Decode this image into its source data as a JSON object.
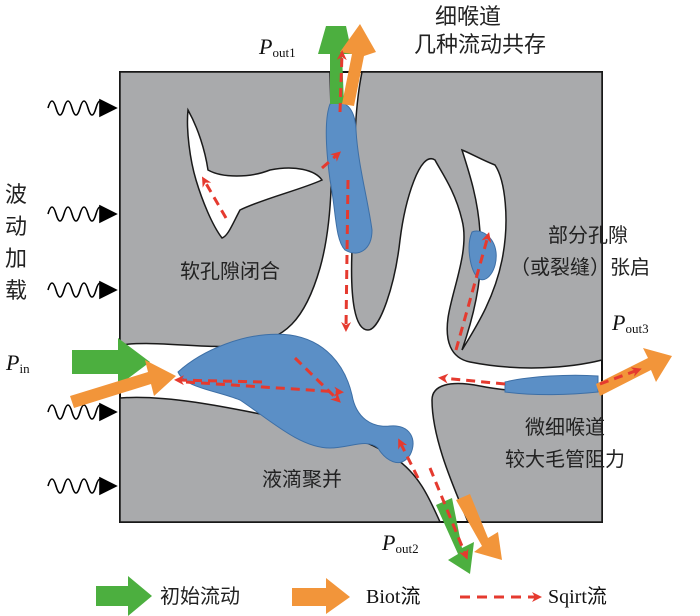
{
  "labels": {
    "top_title_1": "细喉道",
    "top_title_2": "几种流动共存",
    "left_side": [
      "波",
      "动",
      "加",
      "载"
    ],
    "soft_pore_closing": "软孔隙闭合",
    "partial_pore_1": "部分孔隙",
    "partial_pore_2": "（或裂缝）张启",
    "droplet_coalescence": "液滴聚并",
    "micro_throat_1": "微细喉道",
    "micro_throat_2": "较大毛管阻力"
  },
  "pressures": {
    "p_in": {
      "symbol": "P",
      "sub": "in"
    },
    "p_out1": {
      "symbol": "P",
      "sub": "out1"
    },
    "p_out2": {
      "symbol": "P",
      "sub": "out2"
    },
    "p_out3": {
      "symbol": "P",
      "sub": "out3"
    }
  },
  "legend": [
    {
      "label": "初始流动",
      "icon": "green-arrow-icon",
      "color": "#4caf3f"
    },
    {
      "label": "Biot流",
      "icon": "orange-arrow-icon",
      "color": "#f2953a"
    },
    {
      "label": "Sqirt流",
      "icon": "red-dashed-arrow-icon",
      "color": "#e53a2f"
    }
  ],
  "colors": {
    "rock": "#a9aaac",
    "fluid": "#5b8fc6",
    "initial_flow": "#4caf3f",
    "biot_flow": "#f2953a",
    "squirt_flow": "#e53a2f",
    "wave": "#000000"
  }
}
